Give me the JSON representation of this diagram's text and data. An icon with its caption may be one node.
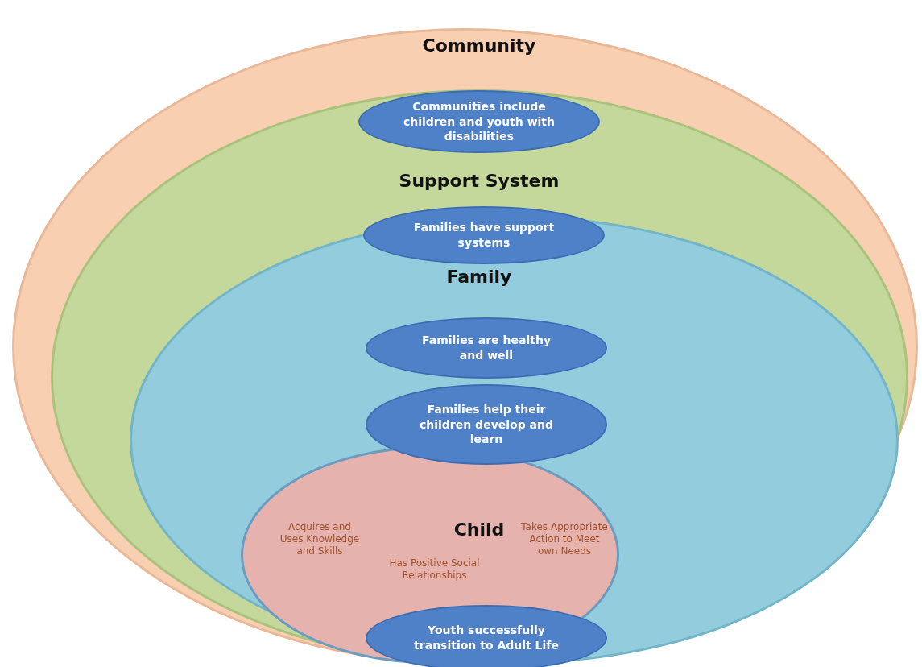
{
  "diagram": {
    "nodes": [
      {
        "text": [
          "Community"
        ]
      },
      {
        "text": [
          "Communities include children and youth with disabilities"
        ],
        "in": 2
      },
      {
        "text": [
          "Support System"
        ],
        "in": 0
      },
      {
        "text": [
          "Families have support systems"
        ],
        "in": 2
      },
      {
        "text": [
          "Family"
        ],
        "in": 2
      },
      {
        "text": [
          "Families are healthy and well"
        ],
        "in": 4
      },
      {
        "text": [
          "Families help their children develop and learn"
        ],
        "in": 4
      },
      {
        "text": [
          "Acquires and Uses Knowledge and Skills",
          "Child",
          "Takes Appropriate Action to Meet own Needs",
          "Has Positive Social Relationships"
        ],
        "in": 4
      },
      {
        "text": [
          "Youth successfully transition to Adult Life"
        ],
        "in": 4
      }
    ],
    "edges": []
  }
}
